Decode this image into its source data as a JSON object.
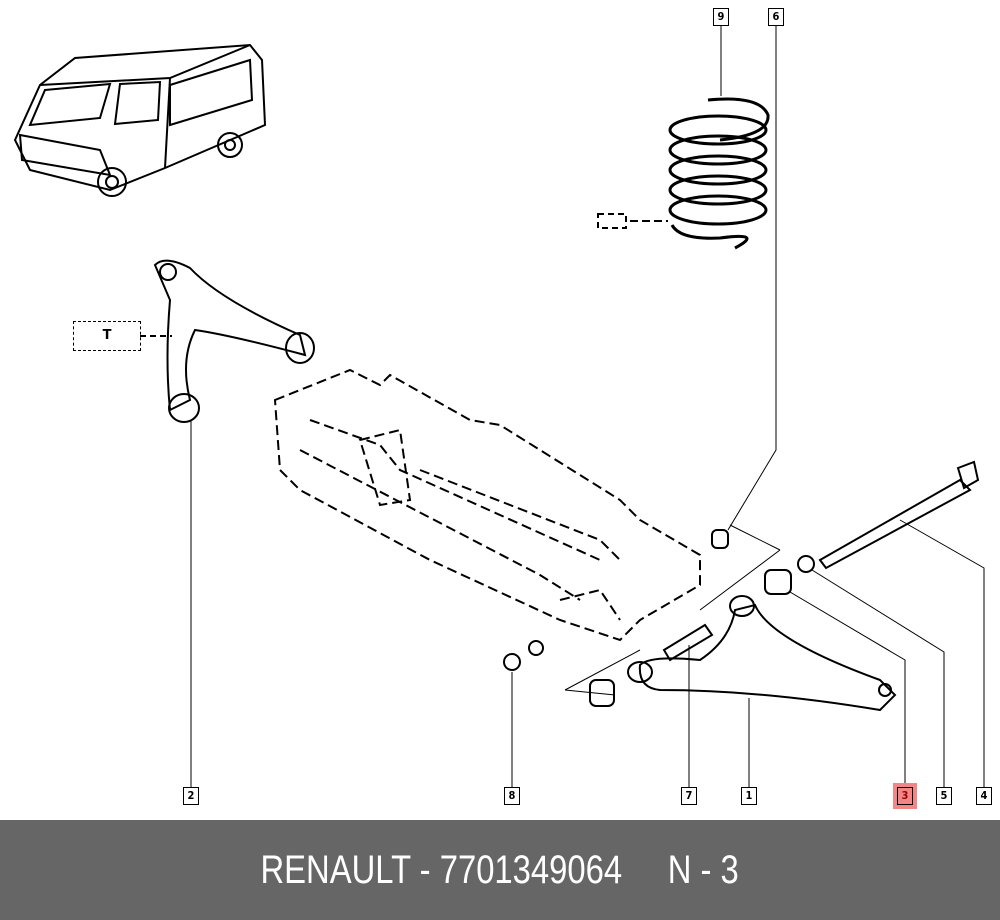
{
  "diagram": {
    "callouts": [
      "1",
      "2",
      "3",
      "4",
      "5",
      "6",
      "7",
      "8",
      "9"
    ],
    "highlighted_callout": "3",
    "highlight_color": "#f28585",
    "reference_box_label": "T"
  },
  "footer": {
    "text": "RENAULT - 7701349064     N - 3"
  }
}
